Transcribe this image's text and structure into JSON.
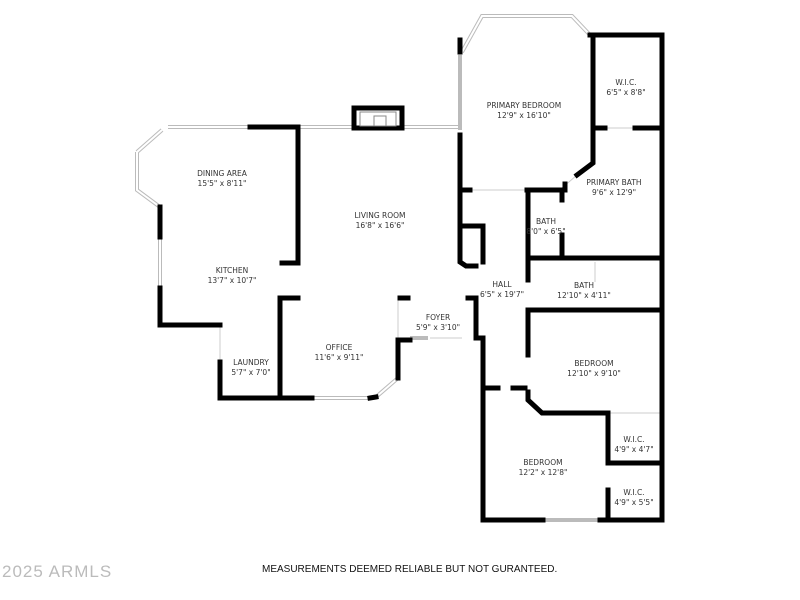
{
  "rooms": [
    {
      "name": "PRIMARY BEDROOM",
      "size": "12'9\" x 16'10\""
    },
    {
      "name": "W.I.C.",
      "size": "6'5\" x 8'8\""
    },
    {
      "name": "PRIMARY BATH",
      "size": "9'6\" x 12'9\""
    },
    {
      "name": "DINING AREA",
      "size": "15'5\" x 8'11\""
    },
    {
      "name": "LIVING ROOM",
      "size": "16'8\" x 16'6\""
    },
    {
      "name": "BATH",
      "size": "8'0\" x 6'5\""
    },
    {
      "name": "KITCHEN",
      "size": "13'7\" x 10'7\""
    },
    {
      "name": "HALL",
      "size": "6'5\" x 19'7\""
    },
    {
      "name": "BATH",
      "size": "12'10\" x 4'11\""
    },
    {
      "name": "FOYER",
      "size": "5'9\" x 3'10\""
    },
    {
      "name": "OFFICE",
      "size": "11'6\" x 9'11\""
    },
    {
      "name": "LAUNDRY",
      "size": "5'7\" x 7'0\""
    },
    {
      "name": "BEDROOM",
      "size": "12'10\" x 9'10\""
    },
    {
      "name": "W.I.C.",
      "size": "4'9\" x 4'7\""
    },
    {
      "name": "BEDROOM",
      "size": "12'2\" x 12'8\""
    },
    {
      "name": "W.I.C.",
      "size": "4'9\" x 5'5\""
    }
  ],
  "footer": {
    "disclaimer": "MEASUREMENTS DEEMED RELIABLE BUT NOT GURANTEED.",
    "watermark": "2025 ARMLS"
  }
}
